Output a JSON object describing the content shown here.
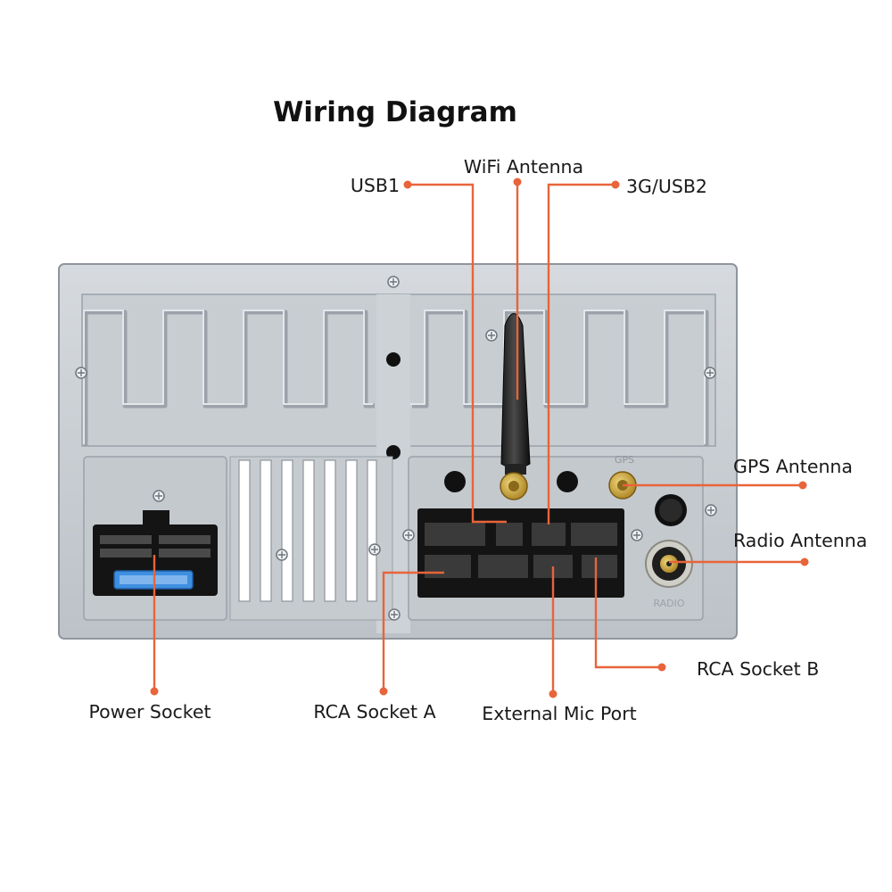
{
  "title": "Wiring Diagram",
  "colors": {
    "leader": "#e8643a",
    "housing": "#c9ced4",
    "housing_dark": "#9aa1a9",
    "connector": "#141414",
    "fuse": "#3f8fe0",
    "gold": "#c9a233"
  },
  "labels": {
    "usb1": "USB1",
    "wifi": "WiFi Antenna",
    "usb2": "3G/USB2",
    "gps": "GPS Antenna",
    "radio": "Radio Antenna",
    "rca_b": "RCA Socket B",
    "power": "Power Socket",
    "rca_a": "RCA Socket A",
    "mic": "External Mic Port"
  },
  "panel": {
    "radio_embossed": "RADIO",
    "gps_embossed": "GPS"
  }
}
